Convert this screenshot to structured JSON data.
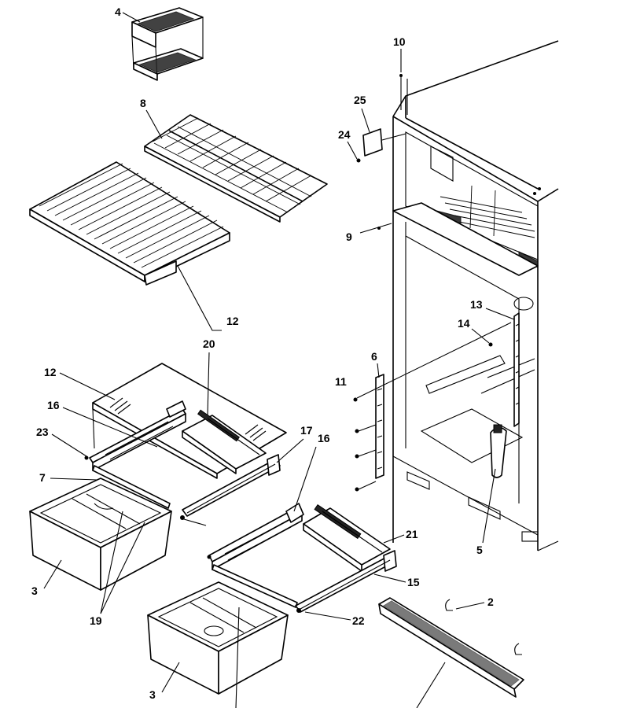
{
  "callouts": {
    "c4": "4",
    "c8": "8",
    "c12a": "12",
    "c12b": "12",
    "c20": "20",
    "c16a": "16",
    "c23": "23",
    "c7": "7",
    "c3a": "3",
    "c19": "19",
    "c17": "17",
    "c16b": "16",
    "c21": "21",
    "c15": "15",
    "c22": "22",
    "c3b": "3",
    "c2": "2",
    "c10": "10",
    "c25": "25",
    "c24": "24",
    "c9": "9",
    "c13": "13",
    "c14": "14",
    "c6": "6",
    "c11": "11",
    "c5": "5"
  }
}
